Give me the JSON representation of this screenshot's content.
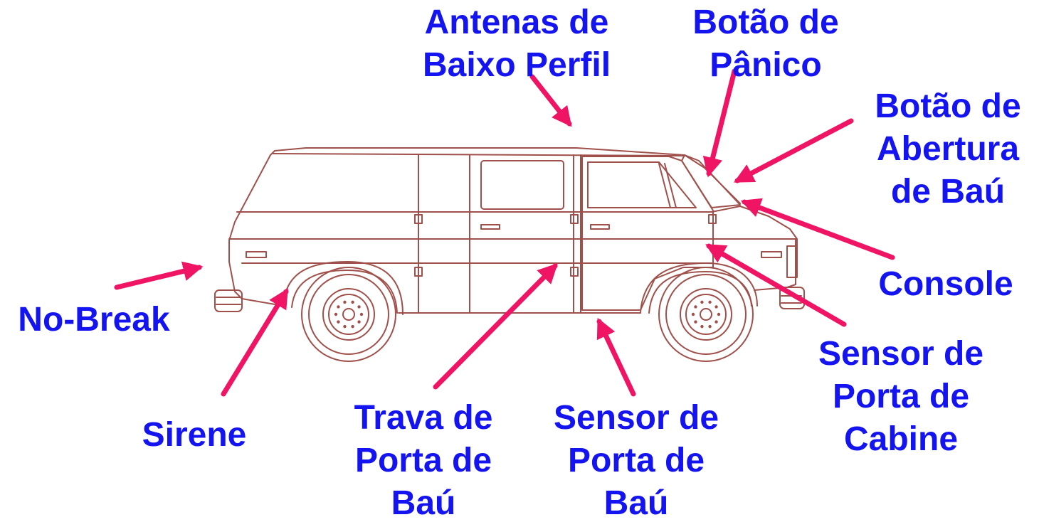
{
  "colors": {
    "label": "#1414f0",
    "arrow": "#f01464",
    "van": "#a0504a",
    "background": "#ffffff"
  },
  "labels": [
    {
      "id": "antenas",
      "lines": [
        "Antenas de",
        "Baixo Perfil"
      ]
    },
    {
      "id": "panico",
      "lines": [
        "Botão de",
        "Pânico"
      ]
    },
    {
      "id": "abertura",
      "lines": [
        "Botão de",
        "Abertura",
        "de Baú"
      ]
    },
    {
      "id": "console",
      "lines": [
        "Console"
      ]
    },
    {
      "id": "nobreak",
      "lines": [
        "No-Break"
      ]
    },
    {
      "id": "sirene",
      "lines": [
        "Sirene"
      ]
    },
    {
      "id": "trava",
      "lines": [
        "Trava de",
        "Porta de",
        "Baú"
      ]
    },
    {
      "id": "sensor_bau",
      "lines": [
        "Sensor de",
        "Porta de",
        "Baú"
      ]
    },
    {
      "id": "sensor_cabine",
      "lines": [
        "Sensor de",
        "Porta de",
        "Cabine"
      ]
    }
  ]
}
